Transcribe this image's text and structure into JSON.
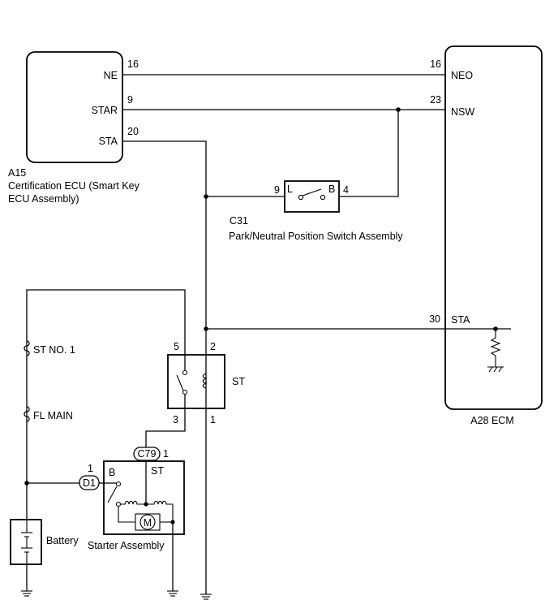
{
  "cert_ecu": {
    "code": "A15",
    "name_line1": "Certification ECU (Smart Key",
    "name_line2": "ECU Assembly)",
    "pins": [
      {
        "label": "NE",
        "num": "16"
      },
      {
        "label": "STAR",
        "num": "9"
      },
      {
        "label": "STA",
        "num": "20"
      }
    ]
  },
  "ecm": {
    "title": "A28  ECM",
    "pins": [
      {
        "label": "NEO",
        "num": "16"
      },
      {
        "label": "NSW",
        "num": "23"
      },
      {
        "label": "STA",
        "num": "30"
      }
    ]
  },
  "pnp_switch": {
    "code": "C31",
    "name": "Park/Neutral Position Switch Assembly",
    "pin_left": "9",
    "pin_right": "4",
    "contact_left": "L",
    "contact_right": "B"
  },
  "st_relay": {
    "label": "ST",
    "pins": {
      "top_left": "5",
      "top_right": "2",
      "bottom_left": "3",
      "bottom_right": "1"
    }
  },
  "fuses": {
    "st_no1": "ST NO. 1",
    "fl_main": "FL MAIN"
  },
  "battery": {
    "label": "Battery"
  },
  "starter": {
    "name": "Starter Assembly",
    "terminal_b": "B",
    "terminal_st": "ST",
    "motor": "M",
    "c79": {
      "connector": "C79",
      "pin": "1"
    },
    "d1": {
      "connector": "D1",
      "pin": "1"
    }
  }
}
